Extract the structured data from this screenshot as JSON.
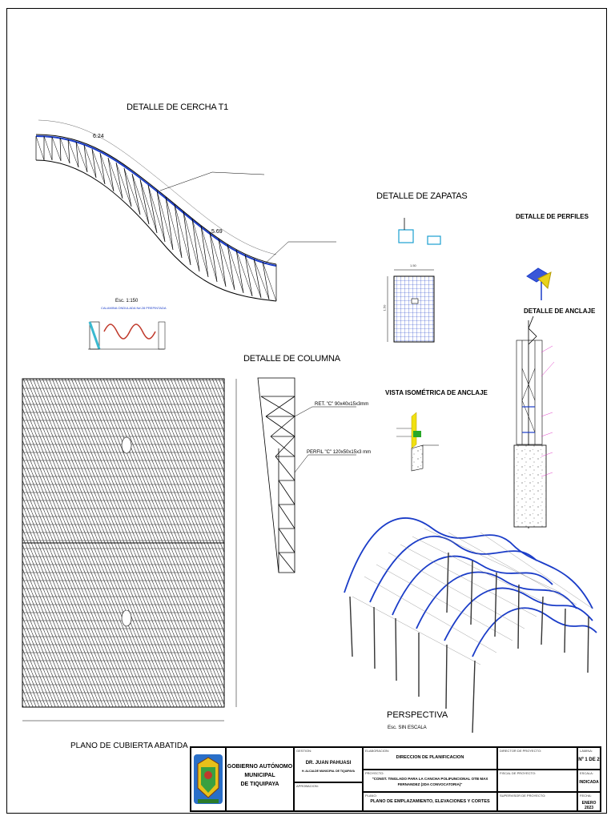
{
  "titles": {
    "cercha": "DETALLE DE CERCHA T1",
    "zapatas": "DETALLE DE ZAPATAS",
    "perfiles": "DETALLE DE PERFILES",
    "anclaje": "DETALLE DE ANCLAJE",
    "columna": "DETALLE DE COLUMNA",
    "vista_iso": "VISTA ISOMÉTRICA DE ANCLAJE",
    "cubierta": "PLANO DE CUBIERTA ABATIDA",
    "perspectiva": "PERSPECTIVA",
    "perspectiva_escala": "Esc. SIN ESCALA"
  },
  "cercha": {
    "dim_top": "6.24",
    "dim_mid": "5.69"
  },
  "calamina": {
    "escala": "Esc. 1:150",
    "nota": "CALAMINA ONDULADA N#.28 PREPINTADA"
  },
  "columna": {
    "ret": "RET. \"C\" 90x40x15x3mm",
    "perfil": "PERFIL \"C\" 120x50x15x3 mm"
  },
  "zapata": {
    "dim_top": "1.50",
    "dim_side": "1.50"
  },
  "title_block": {
    "entity_line1": "GOBIERNO AUTÓNOMO",
    "entity_line2": "MUNICIPAL",
    "entity_line3": "DE TIQUIPAYA",
    "gestion_cap": "GESTION:",
    "gestion_name": "DR. JUAN PAHUASI",
    "gestion_role": "H. ALCALDE MUNICIPAL DE TIQUIPAYA",
    "aprobacion_cap": "APROBACION:",
    "elaboracion_cap": "ELABORACION:",
    "elaboracion_val": "DIRECCION DE PLANIFICACION",
    "proyecto_cap": "PROYECTO:",
    "proyecto_val": "\"CONST. TINGLADO PARA LA CANCHA POLIFUNCIONAL OTB MAX FERNANDEZ (2DA CONVOCATORIA)\"",
    "plano_cap": "PLANO:",
    "plano_val": "PLANO DE EMPLAZAMIENTO, ELEVACIONES Y CORTES",
    "director_cap": "DIRECTOR DE PROYECTO:",
    "fiscal_cap": "FISCAL DE PROYECTO:",
    "supervisor_cap": "SUPERVISOR DE PROYECTO:",
    "lamina_cap": "LAMINA:",
    "lamina_val": "Nº 1 DE 2",
    "escala_cap": "ESCALA:",
    "escala_val": "INDICADA",
    "fecha_cap": "FECHA:",
    "fecha_val": "ENERO 2023"
  }
}
